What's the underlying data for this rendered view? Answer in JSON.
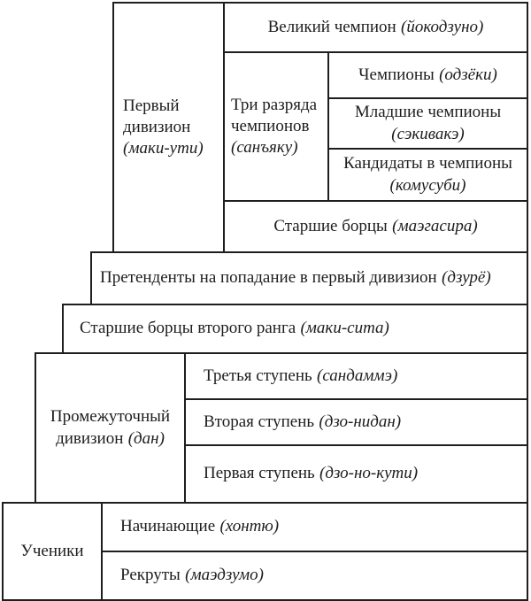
{
  "colors": {
    "border": "#1e1e1e",
    "background": "#ffffff",
    "text": "#1d1d1d"
  },
  "cells": {
    "makuuchi": {
      "line1": "Первый",
      "line2": "дивизион",
      "term": "(маки-ути)"
    },
    "yokozuna": {
      "text": "Великий чемпион",
      "term": "(йокодзуно)"
    },
    "sanyaku": {
      "line1": "Три разряда",
      "line2": "чемпионов",
      "term": "(санъяку)"
    },
    "ozeki": {
      "text": "Чемпионы",
      "term": "(одзёки)"
    },
    "sekiwake": {
      "text": "Младшие чемпионы",
      "term": "(сэкивакэ)"
    },
    "komusubi": {
      "text": "Кандидаты в чемпионы",
      "term": "(комусуби)"
    },
    "maegashira": {
      "text": "Старшие борцы",
      "term": "(маэгасира)"
    },
    "juryo": {
      "text": "Претенденты на попадание в первый дивизион",
      "term": "(дзурё)"
    },
    "makushita": {
      "text": "Старшие борцы второго ранга",
      "term": "(маки-сита)"
    },
    "dan": {
      "line1": "Промежуточный",
      "line2": "дивизион",
      "term": "(дан)"
    },
    "sandanme": {
      "text": "Третья ступень",
      "term": "(сандаммэ)"
    },
    "jonidan": {
      "text": "Вторая ступень",
      "term": "(дзо-нидан)"
    },
    "jonokuchi": {
      "text": "Первая ступень",
      "term": "(дзо-но-кути)"
    },
    "students": {
      "text": "Ученики"
    },
    "honchu": {
      "text": "Начинающие",
      "term": "(хонтю)"
    },
    "maezumo": {
      "text": "Рекруты",
      "term": "(маэдзумо)"
    }
  }
}
